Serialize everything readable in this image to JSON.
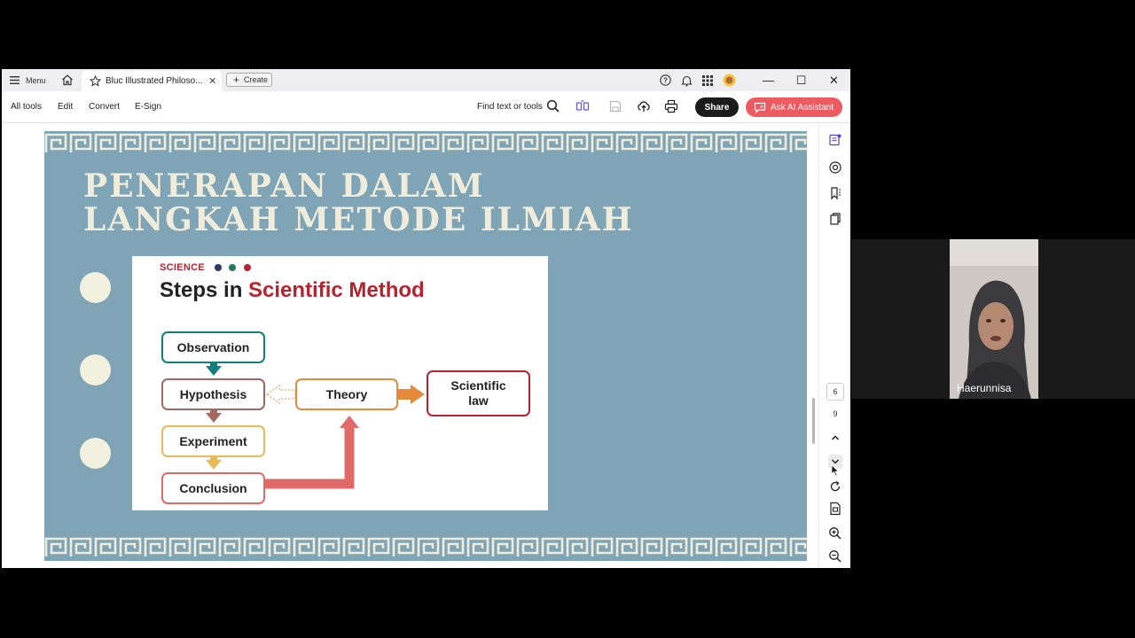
{
  "app": {
    "menu_label": "Menu",
    "tab_title": "Bluc Illustrated Philoso...",
    "tab_close": "✕",
    "create_label": "Create",
    "minimize": "—",
    "maximize": "☐",
    "close": "✕"
  },
  "toolbar": {
    "all_tools": "All tools",
    "edit": "Edit",
    "convert": "Convert",
    "esign": "E-Sign",
    "find_label": "Find text or tools",
    "share_label": "Share",
    "ai_label": "Ask AI Assistant"
  },
  "slide": {
    "title_line1": "PENERAPAN DALAM",
    "title_line2": "LANGKAH METODE ILMIAH",
    "card": {
      "eyebrow": "SCIENCE",
      "heading_plain": "Steps in ",
      "heading_accent": "Scientific Method",
      "steps": {
        "observation": "Observation",
        "hypothesis": "Hypothesis",
        "experiment": "Experiment",
        "conclusion": "Conclusion",
        "theory": "Theory",
        "law": "Scientific law"
      }
    }
  },
  "sidebar": {
    "current_page": "6",
    "total_pages": "9"
  },
  "video": {
    "participant_name": "Haerunnisa"
  },
  "colors": {
    "slide_bg": "#7ea4b5",
    "accent_red": "#b5232e",
    "teal": "#137e7a",
    "brown": "#a06860",
    "yellow": "#e8b958",
    "orange": "#e58a3a",
    "ai_button": "#ed5a60"
  }
}
